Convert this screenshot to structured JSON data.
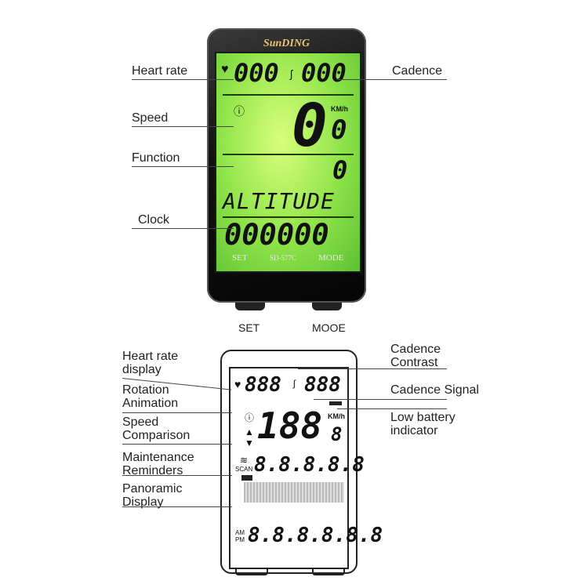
{
  "device_top": {
    "brand": "SunDING",
    "heart_rate": "000",
    "cadence": "000",
    "speed": "0",
    "speed_decimal": "0",
    "speed_unit": "KM/h",
    "function_value": "0",
    "function_label": "ALTITUDE",
    "clock": "000000",
    "set_label": "SET",
    "model": "SD-577C",
    "mode_label": "MODE"
  },
  "labels_top": {
    "heart_rate": "Heart rate",
    "cadence": "Cadence",
    "speed": "Speed",
    "function": "Function",
    "clock": "Clock",
    "set": "SET",
    "mode": "MOOE"
  },
  "device_bottom": {
    "heart": "888",
    "cadence": "888",
    "speed": "188",
    "speed_small": "8",
    "speed_unit": "KM/h",
    "function": "8.8.8.8.8",
    "scan": "SCAN",
    "clock": "8.8.8.8.8.8",
    "am": "AM",
    "pm": "PM"
  },
  "labels_bottom": {
    "heart_rate_display": [
      "Heart rate",
      "display"
    ],
    "rotation_animation": [
      "Rotation",
      "Animation"
    ],
    "speed_comparison": [
      "Speed",
      "Comparison"
    ],
    "maintenance_reminders": [
      "Maintenance",
      "Reminders"
    ],
    "panoramic_display": [
      "Panoramic",
      "Display"
    ],
    "cadence_contrast": [
      "Cadence",
      "Contrast"
    ],
    "cadence_signal": "Cadence Signal",
    "low_battery": [
      "Low battery",
      "indicator"
    ]
  }
}
